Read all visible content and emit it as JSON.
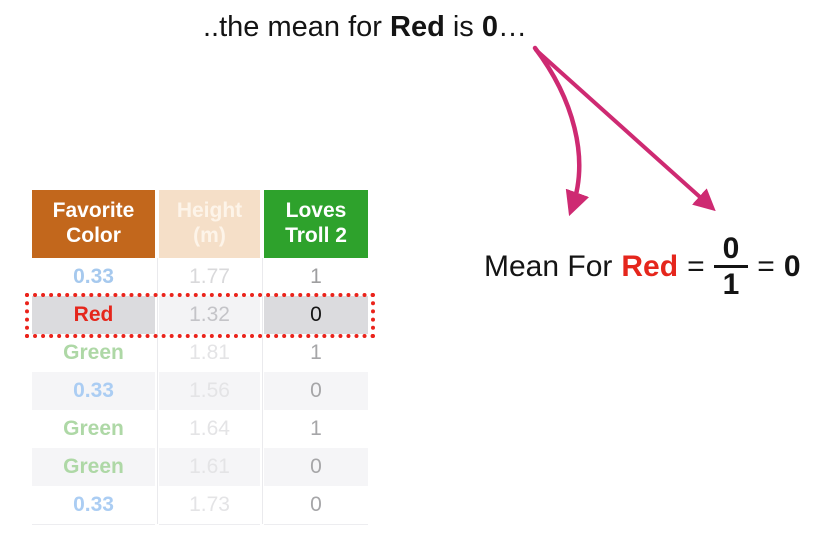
{
  "colors": {
    "arrow": "#ce2a72",
    "highlight_border": "#ea231b",
    "red_text": "#e5261c",
    "text": "#141414"
  },
  "top_annotation": {
    "part1": "..the mean for ",
    "emph1": "Red",
    "part2": " is ",
    "emph2": "0",
    "part3": "…"
  },
  "formula": {
    "label": "Mean For",
    "category": "Red",
    "equals": "=",
    "numerator": "0",
    "denominator": "1",
    "equals2": "=",
    "result": "0"
  },
  "table": {
    "columns": [
      {
        "title_line1": "Favorite",
        "title_line2": "Color",
        "bg": "#c2671c",
        "text_color": "#ffffff"
      },
      {
        "title_line1": "Height",
        "title_line2": "(m)",
        "bg": "#f5dfc8",
        "text_color": "#fdf4e9"
      },
      {
        "title_line1": "Loves",
        "title_line2": "Troll 2",
        "bg": "#2ea22c",
        "text_color": "#ffffff"
      }
    ],
    "rows": [
      {
        "favorite_color": "0.33",
        "height_m": "1.77",
        "loves_troll2": "1",
        "variant": "blue",
        "highlight": false,
        "striped": false,
        "faded": false
      },
      {
        "favorite_color": "Red",
        "height_m": "1.32",
        "loves_troll2": "0",
        "variant": "red",
        "highlight": true,
        "striped": false,
        "faded": false
      },
      {
        "favorite_color": "Green",
        "height_m": "1.81",
        "loves_troll2": "1",
        "variant": "green",
        "highlight": false,
        "striped": false,
        "faded": true
      },
      {
        "favorite_color": "0.33",
        "height_m": "1.56",
        "loves_troll2": "0",
        "variant": "blue",
        "highlight": false,
        "striped": true,
        "faded": true
      },
      {
        "favorite_color": "Green",
        "height_m": "1.64",
        "loves_troll2": "1",
        "variant": "green",
        "highlight": false,
        "striped": false,
        "faded": true
      },
      {
        "favorite_color": "Green",
        "height_m": "1.61",
        "loves_troll2": "0",
        "variant": "green",
        "highlight": false,
        "striped": true,
        "faded": true
      },
      {
        "favorite_color": "0.33",
        "height_m": "1.73",
        "loves_troll2": "0",
        "variant": "blue",
        "highlight": false,
        "striped": false,
        "faded": true
      }
    ]
  }
}
